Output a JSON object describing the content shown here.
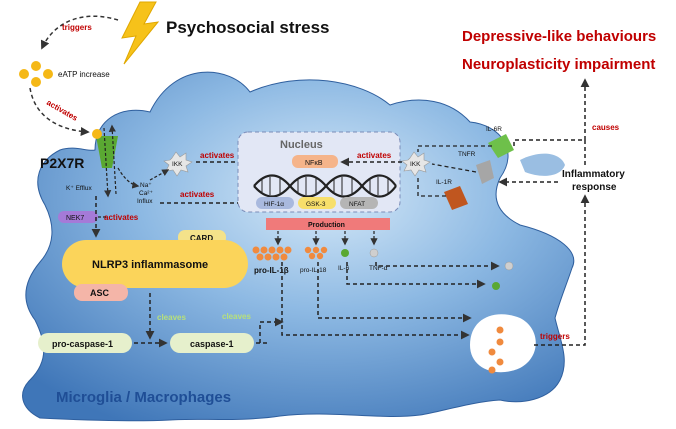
{
  "title": "Psychosocial stress",
  "triggers_top": "triggers",
  "eatp": "eATP increase",
  "activates_eatp": "activates",
  "p2x7r": "P2X7R",
  "k_efflux": "K⁺ Efflux",
  "ions": [
    "Na⁺",
    "Ca²⁺",
    "Influx"
  ],
  "ikk_left": "IKK",
  "ikk_right": "IKK",
  "activates_ikk_left": "activates",
  "activates_ikk_right": "activates",
  "activates_influx": "activates",
  "nucleus": "Nucleus",
  "nfkb": "NFκB",
  "hif": "HIF-1α",
  "gsk": "GSK-3",
  "nfat": "NFAT",
  "production": "Production",
  "nek7": "NEK7",
  "activates_nek7": "activates",
  "card": "CARD",
  "nlrp3": "NLRP3 inflammasome",
  "asc": "ASC",
  "cleaves_1": "cleaves",
  "cleaves_2": "cleaves",
  "pro_caspase": "pro-caspase-1",
  "caspase": "caspase-1",
  "pro_il1b": "pro-IL-1β",
  "pro_il18": "pro-IL-18",
  "il6": "IL-6",
  "tnfa": "TNF-α",
  "receptors": [
    "IL-6R",
    "TNFR",
    "IL-1R"
  ],
  "inflammatory_response": [
    "Inflammatory",
    "response"
  ],
  "causes": "causes",
  "triggers_bottom": "triggers",
  "depressive": "Depressive-like behaviours",
  "neuroplasticity": "Neuroplasticity impairment",
  "cell_label": "Microglia / Macrophages",
  "colors": {
    "title_red": "#c00000",
    "accent_red": "#c00000",
    "cleaves_green": "#b7e07a",
    "cell_blue": "#3f76b8",
    "label_blue": "#1f4e96"
  }
}
